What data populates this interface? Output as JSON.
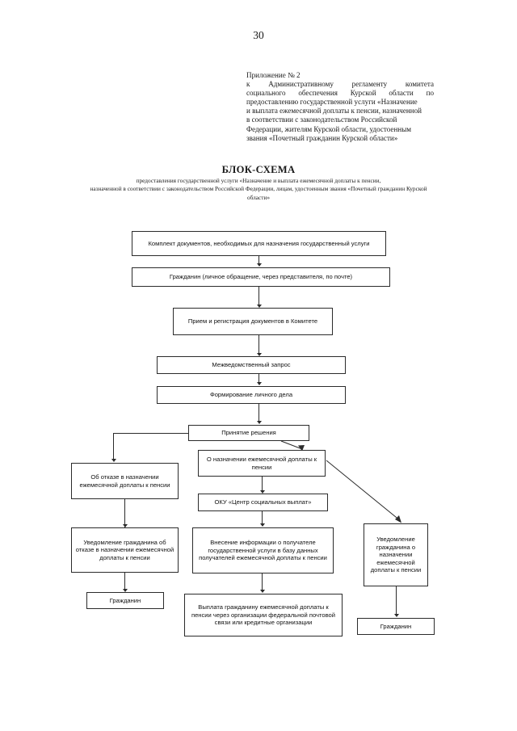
{
  "page": {
    "number": "30"
  },
  "appendix": {
    "lines": [
      "Приложение № 2",
      "к Административному регламенту комитета",
      "социального обеспечения Курской области  по",
      "предоставлению государственной услуги «Назначение",
      "и выплата ежемесячной доплаты к пенсии, назначенной",
      "в соответствии с законодательством Российской",
      "Федерации, жителям Курской области, удостоенным",
      "звания «Почетный гражданин Курской области»"
    ]
  },
  "title": {
    "heading": "БЛОК-СХЕМА",
    "subtitle_lines": [
      "предоставления государственной услуги  «Назначение и выплата ежемесячной доплаты к пенсии,",
      "назначенной в соответствии с законодательством Российской Федерации, лицам, удостоенным звания «Почетный гражданин Курской",
      "области»"
    ]
  },
  "flowchart": {
    "type": "flowchart",
    "nodes": [
      {
        "id": "documents-set",
        "label": "Комплект документов, необходимых для назначения государственный услуги"
      },
      {
        "id": "citizen-application",
        "label": "Гражданин (личное обращение, через представителя, по почте)"
      },
      {
        "id": "receipt-registration",
        "label": "Прием и регистрация документов в Комитете"
      },
      {
        "id": "interdepartmental-request",
        "label": "Межведомственный запрос"
      },
      {
        "id": "personal-file",
        "label": "Формирование личного дела"
      },
      {
        "id": "decision",
        "label": "Принятие решения"
      },
      {
        "id": "grant-decision",
        "label": "О назначении ежемесячной доплаты к пенсии"
      },
      {
        "id": "refusal-decision",
        "label": "Об отказе в назначении ежемесячной доплаты к пенсии"
      },
      {
        "id": "payment-center",
        "label": "ОКУ «Центр социальных выплат»"
      },
      {
        "id": "refusal-notice",
        "label": "Уведомление гражданина об отказе в назначении ежемесячной доплаты к пенсии"
      },
      {
        "id": "database-entry",
        "label": "Внесение информации о получателе государственной услуги в базу данных получателей ежемесячной доплаты к пенсии"
      },
      {
        "id": "grant-notice",
        "label": "Уведомление гражданина о назначении ежемесячной доплаты к пенсии"
      },
      {
        "id": "citizen-refusal-end",
        "label": "Гражданин"
      },
      {
        "id": "payment",
        "label": "Выплата гражданину ежемесячной доплаты к пенсии через организации федеральной почтовой связи или кредитные организации"
      },
      {
        "id": "citizen-grant-end",
        "label": "Гражданин"
      }
    ]
  },
  "colors": {
    "text": "#1a1a1a",
    "line": "#2b2b2b",
    "background": "#ffffff"
  }
}
